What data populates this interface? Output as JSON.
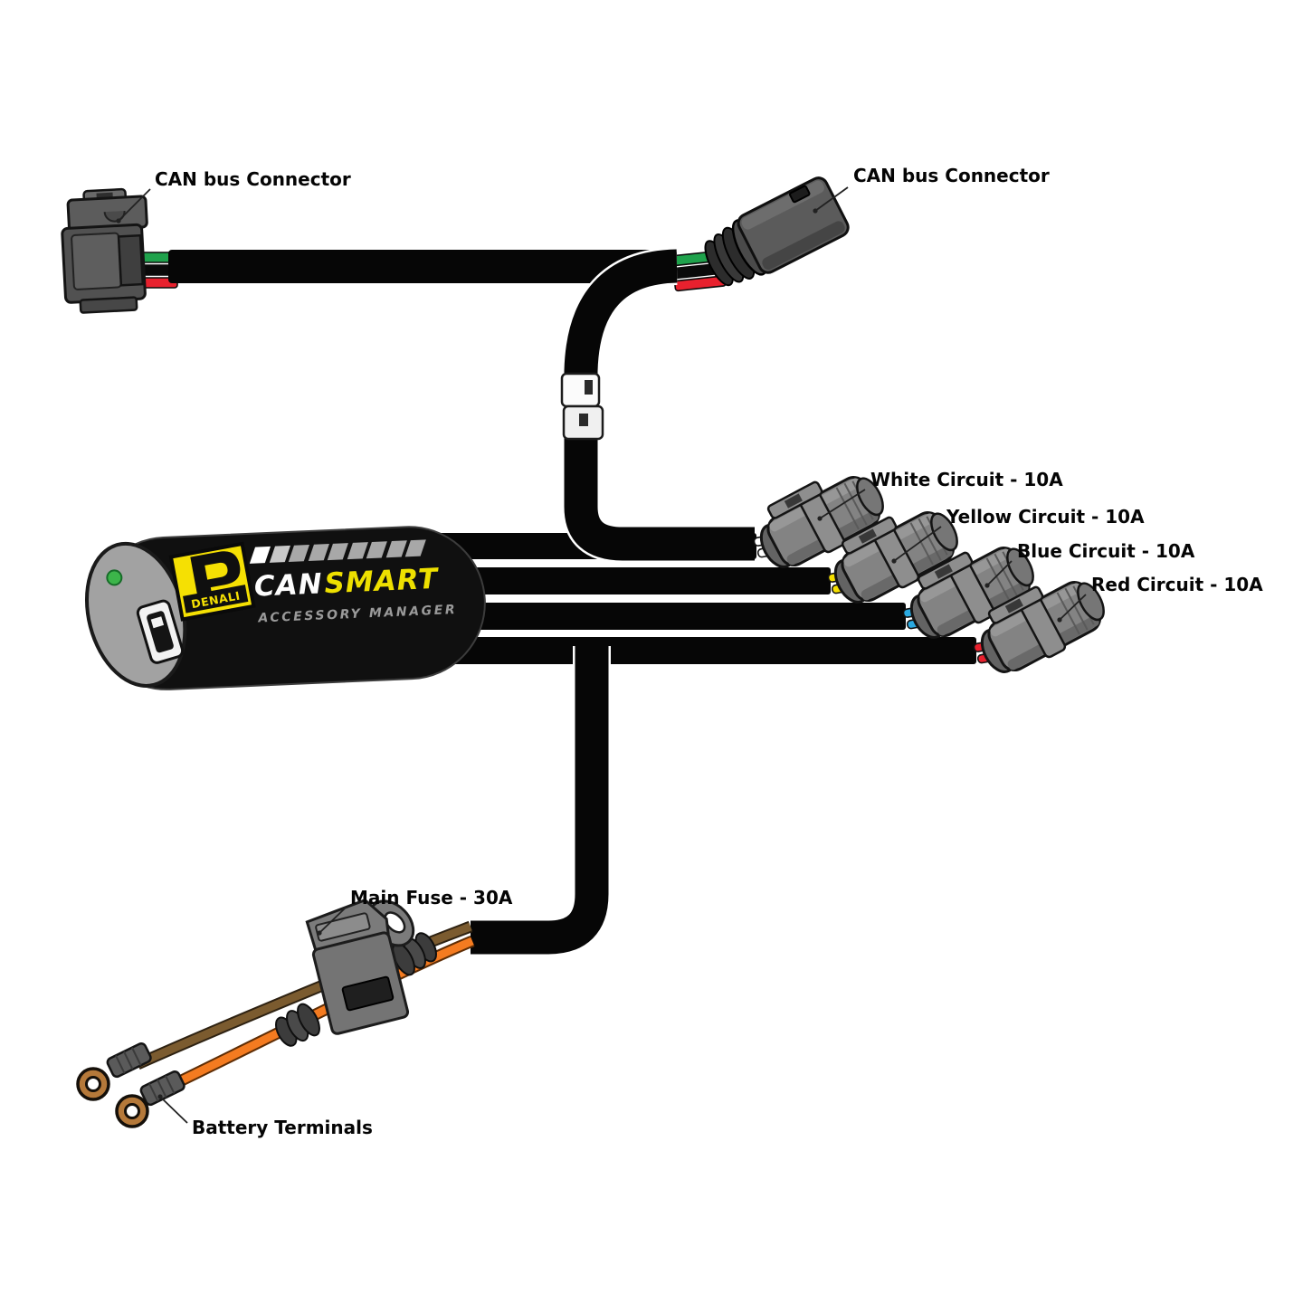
{
  "labels": {
    "can_bus_left": "CAN bus Connector",
    "can_bus_right": "CAN bus Connector",
    "main_fuse": "Main Fuse - 30A",
    "battery_terminals": "Battery Terminals"
  },
  "circuits": [
    {
      "label": "White Circuit - 10A",
      "wire_color": "#ffffff"
    },
    {
      "label": "Yellow Circuit - 10A",
      "wire_color": "#f5df00"
    },
    {
      "label": "Blue Circuit - 10A",
      "wire_color": "#2aa9e0"
    },
    {
      "label": "Red Circuit - 10A",
      "wire_color": "#e8212e"
    }
  ],
  "device": {
    "brand": "DENALI",
    "name_primary": "CAN",
    "name_secondary": "SMART",
    "subtitle": "ACCESSORY MANAGER",
    "status_segment_count": 9
  },
  "colors": {
    "canbus_wire_green": "#1fa24c",
    "canbus_wire_red": "#e8212e",
    "canbus_wire_black": "#0a0a0a",
    "battery_wire_orange": "#f47b20",
    "battery_wire_brown": "#7b5b2f",
    "led_green": "#3cb54a",
    "brand_yellow": "#f5e003",
    "cable_black": "#060606",
    "connector_gray": "#838383"
  }
}
